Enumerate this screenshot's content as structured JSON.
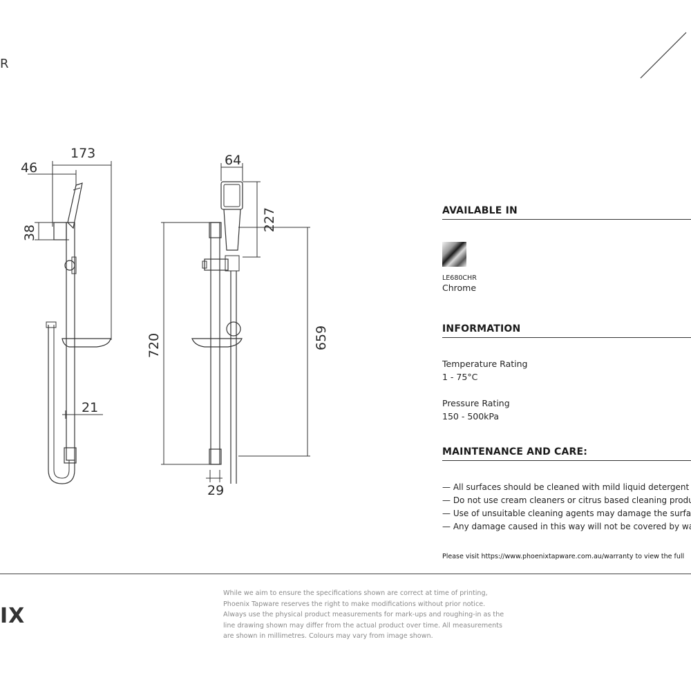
{
  "header": {
    "fragment": "R"
  },
  "dimensions": {
    "d173": "173",
    "d46": "46",
    "d38": "38",
    "d21": "21",
    "d64": "64",
    "d227": "227",
    "d720": "720",
    "d659": "659",
    "d29": "29"
  },
  "available": {
    "title": "AVAILABLE IN",
    "code": "LE680CHR",
    "finish": "Chrome"
  },
  "information": {
    "title": "INFORMATION",
    "temp_label": "Temperature Rating",
    "temp_value": "1 - 75°C",
    "pressure_label": "Pressure Rating",
    "pressure_value": "150 - 500kPa"
  },
  "maintenance": {
    "title": "MAINTENANCE AND CARE:",
    "items": [
      "— All surfaces should be cleaned with mild liquid detergent or",
      "— Do not use cream cleaners or citrus based cleaning products,",
      "— Use of unsuitable cleaning agents may damage the surface.",
      "— Any damage caused in this way will not be covered by warran"
    ],
    "visit": "Please visit https://www.phoenixtapware.com.au/warranty to view the full"
  },
  "footer": {
    "brand": "IX",
    "disclaimer": [
      "While we aim to ensure the specifications shown are correct at time of printing,",
      "Phoenix Tapware reserves the right to make modifications without prior notice.",
      "Always use the physical product measurements for mark-ups and roughing-in as the",
      "line drawing shown may differ from the actual product over time. All measurements",
      "are shown in millimetres. Colours may vary from image shown."
    ]
  }
}
